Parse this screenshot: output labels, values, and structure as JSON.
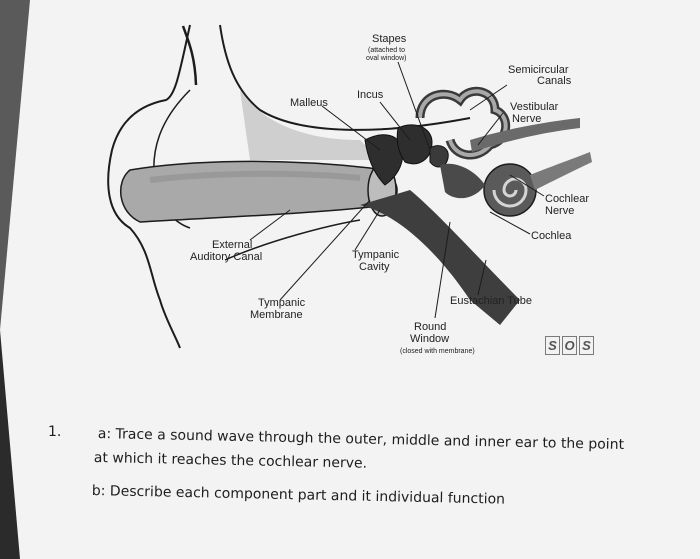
{
  "labels": {
    "stapes": "Stapes",
    "stapes_note_1": "(attached to",
    "stapes_note_2": "oval window)",
    "semicircular_1": "Semicircular",
    "semicircular_2": "Canals",
    "incus": "Incus",
    "malleus": "Malleus",
    "vestibular_1": "Vestibular",
    "vestibular_2": "Nerve",
    "cochlear_nerve_1": "Cochlear",
    "cochlear_nerve_2": "Nerve",
    "cochlea": "Cochlea",
    "external_1": "External",
    "external_2": "Auditory Canal",
    "tympanic_cavity_1": "Tympanic",
    "tympanic_cavity_2": "Cavity",
    "tympanic_membrane_1": "Tympanic",
    "tympanic_membrane_2": "Membrane",
    "eustachian": "Eustachian Tube",
    "round_window_1": "Round",
    "round_window_2": "Window",
    "round_window_note": "(closed with membrane)"
  },
  "logo": [
    "S",
    "O",
    "S"
  ],
  "question": {
    "number": "1.",
    "part_a_line1": "a: Trace a sound wave through the outer, middle and inner ear to the point",
    "part_a_line2": "at which it reaches the cochlear nerve.",
    "part_b": "b: Describe each component part and it individual function"
  },
  "colors": {
    "paper": "#f3f3f3",
    "canal_gray": "#a9a9a9",
    "dark_tube": "#3e3e3e",
    "ossicle": "#2e2e2e"
  }
}
